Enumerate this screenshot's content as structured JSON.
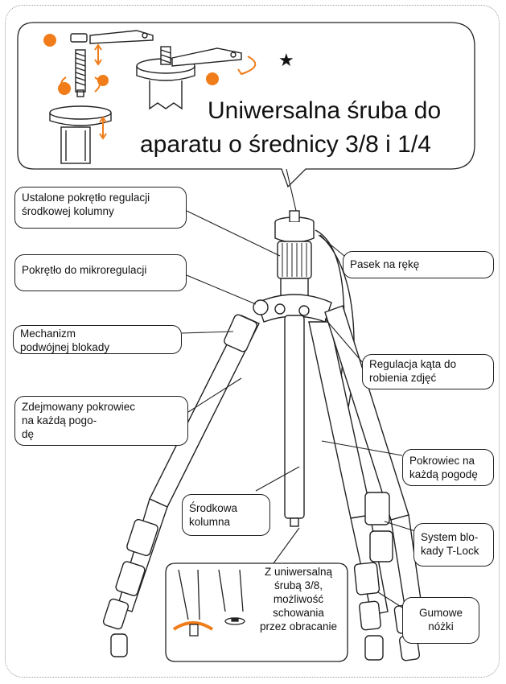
{
  "header": {
    "title_line1": "Uniwersalna śruba do",
    "title_line2": "aparatu o średnicy 3/8 i 1/4"
  },
  "labels": {
    "fixed_knob_line1": "Ustalone pokrętło regulacji",
    "fixed_knob_line2": "środkowej kolumny",
    "micro_knob": "Pokrętło do mikroregulacji",
    "double_lock_line1": "Mechanizm",
    "double_lock_line2": "podwójnej blokady",
    "removable_cover_line1": "Zdejmowany pokrowiec",
    "removable_cover_line2": "na każdą pogo-",
    "removable_cover_line3": "dę",
    "strap": "Pasek na rękę",
    "angle_line1": "Regulacja kąta do",
    "angle_line2": "robienia zdjęć",
    "cover_line1": "Pokrowiec na",
    "cover_line2": "każdą pogodę",
    "center_col_line1": "Środkowa",
    "center_col_line2": "kolumna",
    "tlock_line1": "System blo-",
    "tlock_line2": "kady T-Lock",
    "screw_line1": "Z uniwersalną",
    "screw_line2": "śrubą 3/8,",
    "screw_line3": "możliwość",
    "screw_line4": "schowania",
    "screw_line5": "przez obracanie",
    "feet_line1": "Gumowe",
    "feet_line2": "nóżki"
  },
  "star_symbol": "★",
  "colors": {
    "accent": "#f07d1a",
    "ink": "#1a1a1a"
  }
}
